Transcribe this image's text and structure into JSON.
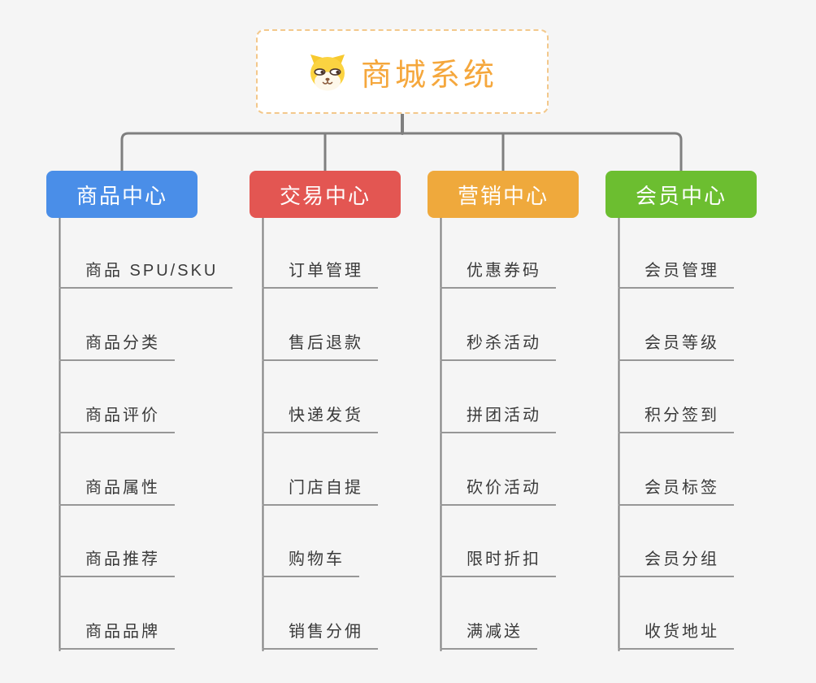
{
  "root": {
    "title": "商城系统",
    "icon": "dog-face",
    "title_color": "#F5A73C",
    "border_color": "#F3C88B"
  },
  "branches": [
    {
      "label": "商品中心",
      "color": "#4A8EE8",
      "items": [
        "商品 SPU/SKU",
        "商品分类",
        "商品评价",
        "商品属性",
        "商品推荐",
        "商品品牌"
      ]
    },
    {
      "label": "交易中心",
      "color": "#E35652",
      "items": [
        "订单管理",
        "售后退款",
        "快递发货",
        "门店自提",
        "购物车",
        "销售分佣"
      ]
    },
    {
      "label": "营销中心",
      "color": "#EFA93C",
      "items": [
        "优惠券码",
        "秒杀活动",
        "拼团活动",
        "砍价活动",
        "限时折扣",
        "满减送"
      ]
    },
    {
      "label": "会员中心",
      "color": "#6CBE30",
      "items": [
        "会员管理",
        "会员等级",
        "积分签到",
        "会员标签",
        "会员分组",
        "收货地址"
      ]
    }
  ],
  "colors": {
    "background": "#F5F5F5",
    "connector": "#7F7F7F",
    "leaf_underline": "#979797",
    "leaf_text": "#3A3A3A"
  }
}
